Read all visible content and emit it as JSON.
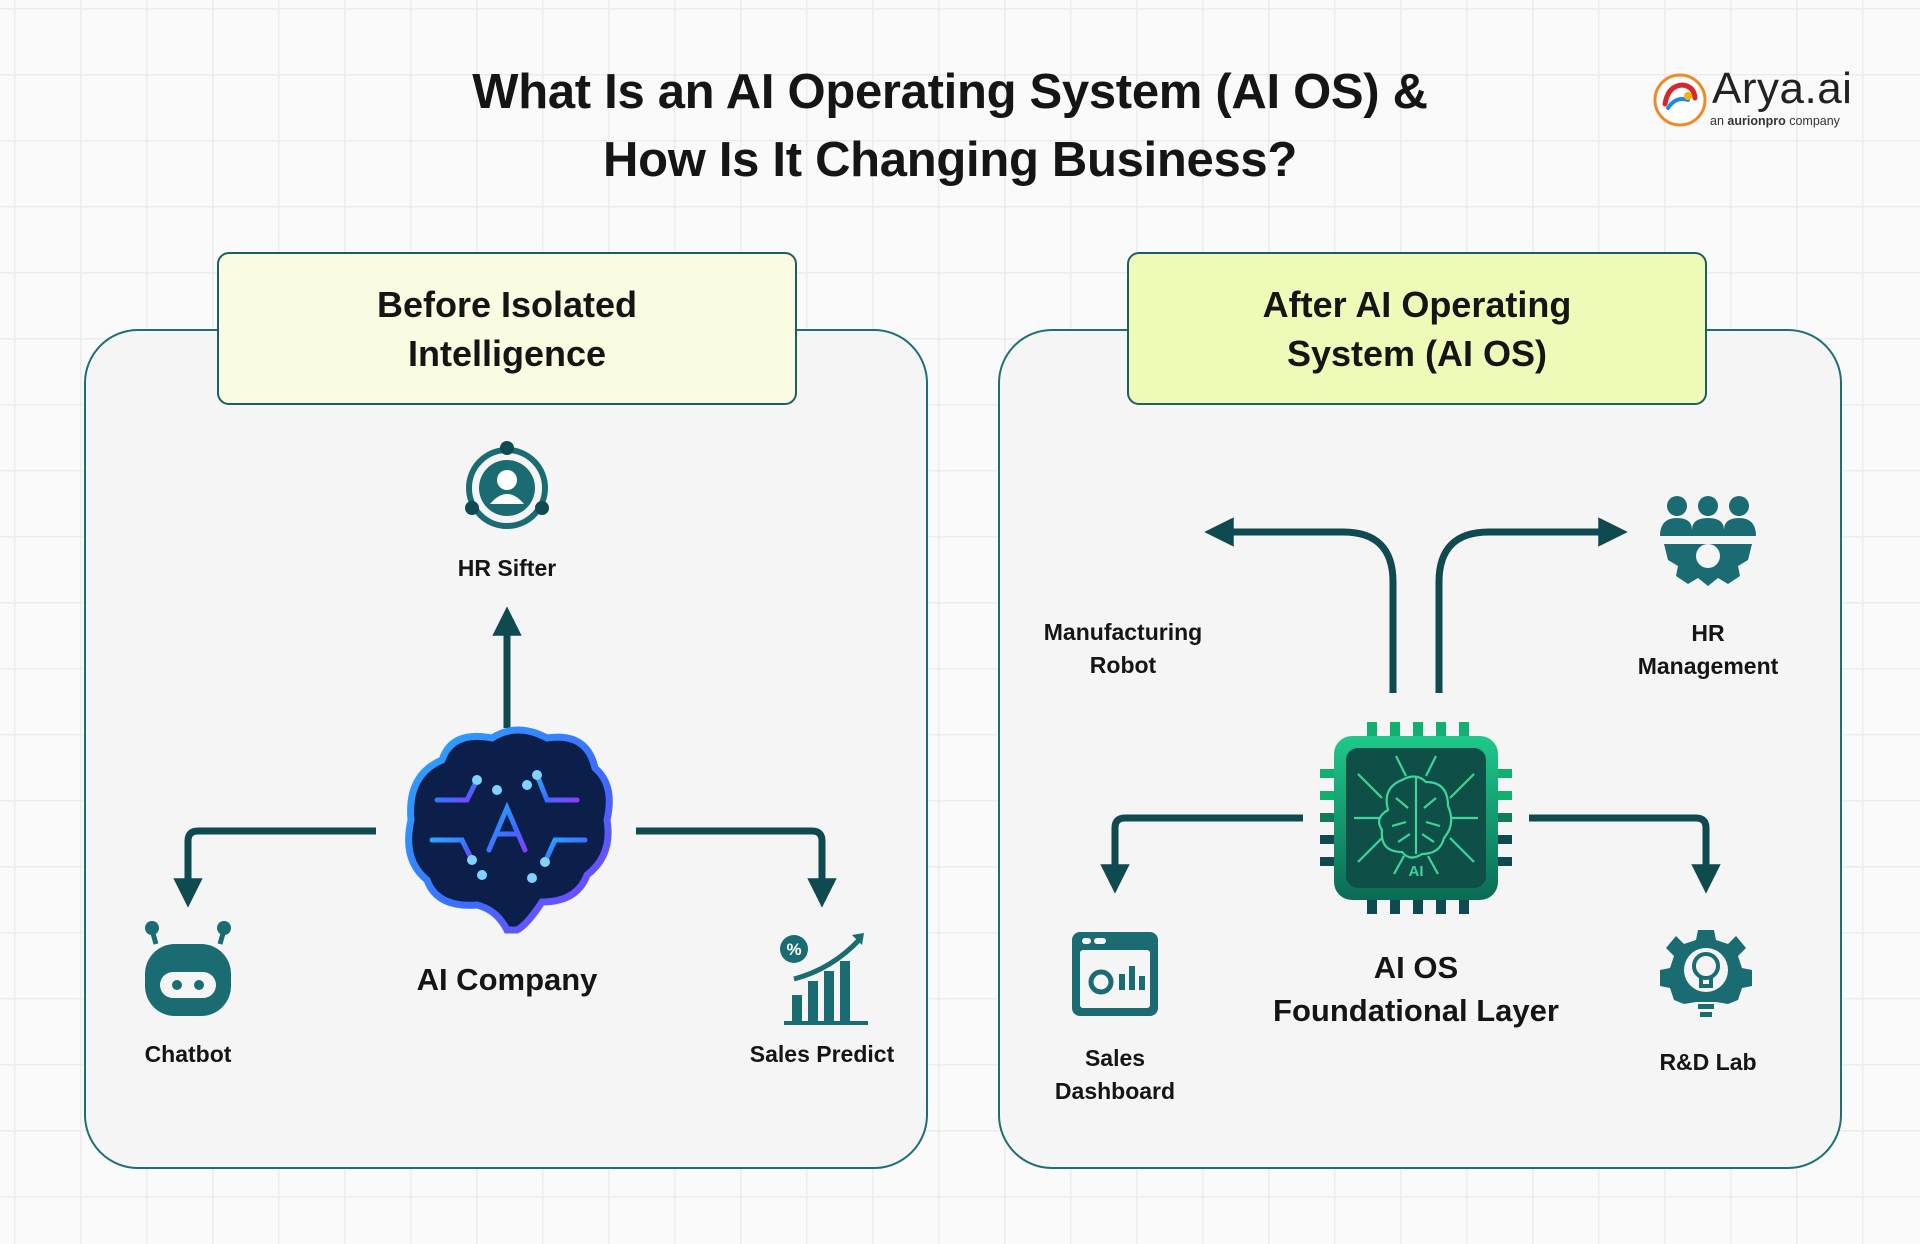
{
  "header": {
    "title_line1": "What Is an AI Operating System (AI OS) &",
    "title_line2": "How Is It Changing Business?"
  },
  "brand": {
    "name": "Arya.ai",
    "tagline_prefix": "an ",
    "tagline_company": "aurionpro",
    "tagline_suffix": " company"
  },
  "before": {
    "heading": "Before Isolated Intelligence",
    "center": "AI Company",
    "nodes": {
      "top": "HR Sifter",
      "left": "Chatbot",
      "right": "Sales Predict"
    }
  },
  "after": {
    "heading": "After AI Operating System (AI OS)",
    "center_line1": "AI OS",
    "center_line2": "Foundational Layer",
    "chip_label": "AI",
    "nodes": {
      "top_left_line1": "Manufacturing",
      "top_left_line2": "Robot",
      "top_right_line1": "HR",
      "top_right_line2": "Management",
      "bottom_left_line1": "Sales",
      "bottom_left_line2": "Dashboard",
      "bottom_right": "R&D Lab"
    }
  },
  "colors": {
    "teal_dark": "#0f4a50",
    "teal_mid": "#1a6b72",
    "panel_border": "#1c6f74",
    "tab_before": "#fafbe0",
    "tab_after": "#eefab8",
    "chip_green": "#12b06e",
    "brain_blue": "#2a8cff",
    "brain_purple": "#8a3cff"
  },
  "icons": {
    "hr_sifter": "user-orbit-icon",
    "chatbot": "robot-icon",
    "sales_predict": "growth-chart-icon",
    "brain": "circuit-brain-icon",
    "chip": "ai-chip-icon",
    "hr_management": "team-gear-icon",
    "sales_dashboard": "dashboard-window-icon",
    "rd_lab": "bulb-gear-icon",
    "brand_logo": "arya-logo-icon"
  }
}
